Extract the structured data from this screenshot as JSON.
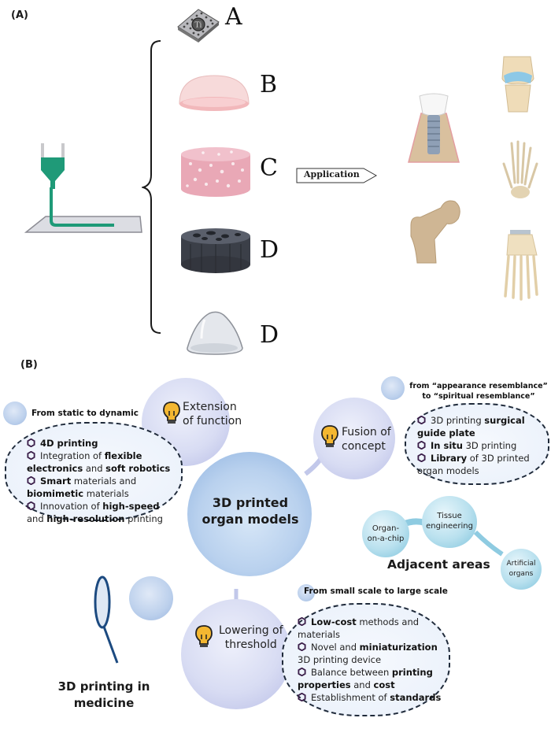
{
  "panel_a": {
    "label": "(A)",
    "materials": [
      {
        "letter": "A",
        "description": "porous titanium plate",
        "badge": "Ti"
      },
      {
        "letter": "B",
        "description": "pink hemispherical shell"
      },
      {
        "letter": "C",
        "description": "pink porous cylindrical scaffold"
      },
      {
        "letter": "D",
        "description": "dark grey porous cylindrical scaffold"
      },
      {
        "letter": "D",
        "description": "transparent dome"
      }
    ],
    "printer": "extrusion nozzle printing on plate",
    "application_label": "Application",
    "applications": [
      "dental implant",
      "knee joint",
      "femur",
      "hand skeleton",
      "foot skeleton"
    ]
  },
  "panel_b": {
    "label": "(B)",
    "core": "3D printed organ models",
    "medicine_label_line1": "3D printing in",
    "medicine_label_line2": "medicine",
    "topics": {
      "extension": {
        "title_line1": "Extension",
        "title_line2": "of function",
        "subtitle": "From static to dynamic",
        "items": [
          [
            {
              "b": "4D printing"
            }
          ],
          [
            {
              "t": "Integration of "
            },
            {
              "b": "flexible electronics"
            },
            {
              "t": " and "
            },
            {
              "b": "soft robotics"
            }
          ],
          [
            {
              "b": "Smart"
            },
            {
              "t": " materials and "
            },
            {
              "b": "biomimetic"
            },
            {
              "t": " materials"
            }
          ],
          [
            {
              "t": "Innovation of "
            },
            {
              "b": "high-speed"
            },
            {
              "t": " and "
            },
            {
              "b": "high-resolution"
            },
            {
              "t": " printing"
            }
          ]
        ]
      },
      "fusion": {
        "title_line1": "Fusion of",
        "title_line2": "concept",
        "subtitle_line1": "from “appearance resemblance”",
        "subtitle_line2": "to “spiritual resemblance”",
        "items": [
          [
            {
              "t": "3D printing "
            },
            {
              "b": "surgical guide plate"
            }
          ],
          [
            {
              "b": "In situ"
            },
            {
              "t": " 3D printing"
            }
          ],
          [
            {
              "b": "Library"
            },
            {
              "t": " of 3D printed organ models"
            }
          ]
        ]
      },
      "lowering": {
        "title_line1": "Lowering of",
        "title_line2": "threshold",
        "subtitle": "From small scale to large scale",
        "items": [
          [
            {
              "b": "Low-cost"
            },
            {
              "t": " methods and materials"
            }
          ],
          [
            {
              "t": "Novel and "
            },
            {
              "b": "miniaturization"
            },
            {
              "t": " 3D printing device"
            }
          ],
          [
            {
              "t": "Balance between "
            },
            {
              "b": "printing properties"
            },
            {
              "t": " and "
            },
            {
              "b": "cost"
            }
          ],
          [
            {
              "t": "Establishment of "
            },
            {
              "b": "standards"
            }
          ]
        ]
      }
    },
    "adjacent": {
      "title": "Adjacent areas",
      "organ_chip_line1": "Organ-",
      "organ_chip_line2": "on-a-chip",
      "tissue_line1": "Tissue",
      "tissue_line2": "engineering",
      "artificial_line1": "Artificial",
      "artificial_line2": "organs"
    }
  },
  "colors": {
    "ink_green": "#1f9a78",
    "gear_purple": "#3b1f4a",
    "bulb_yellow": "#f4b731",
    "dash": "#1f2a3a",
    "bubble_topic": "#d8dcf3",
    "bubble_core": "#b9d1ee",
    "bubble_adjacent": "#9fd2e6"
  }
}
